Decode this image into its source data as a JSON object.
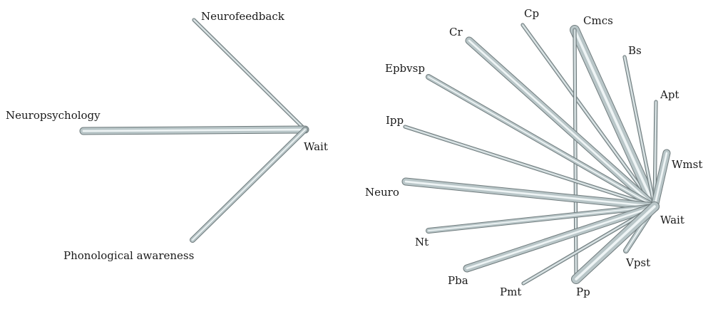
{
  "left_network": {
    "nodes": [
      {
        "id": "neurofeedback",
        "label": "Neurofeedback"
      },
      {
        "id": "neuropsychology",
        "label": "Neuropsychology"
      },
      {
        "id": "phonological",
        "label": "Phonological awareness"
      },
      {
        "id": "wait",
        "label": "Wait"
      }
    ],
    "edges": [
      {
        "from": "neurofeedback",
        "to": "wait",
        "weight": 1
      },
      {
        "from": "neuropsychology",
        "to": "wait",
        "weight": 3
      },
      {
        "from": "phonological",
        "to": "wait",
        "weight": 2
      }
    ]
  },
  "right_network": {
    "nodes": [
      {
        "id": "cp",
        "label": "Cp"
      },
      {
        "id": "cmcs",
        "label": "Cmcs"
      },
      {
        "id": "cr",
        "label": "Cr"
      },
      {
        "id": "bs",
        "label": "Bs"
      },
      {
        "id": "epbvsp",
        "label": "Epbvsp"
      },
      {
        "id": "apt",
        "label": "Apt"
      },
      {
        "id": "ipp",
        "label": "Ipp"
      },
      {
        "id": "wmst",
        "label": "Wmst"
      },
      {
        "id": "neuro",
        "label": "Neuro"
      },
      {
        "id": "wait",
        "label": "Wait"
      },
      {
        "id": "nt",
        "label": "Nt"
      },
      {
        "id": "vpst",
        "label": "Vpst"
      },
      {
        "id": "pba",
        "label": "Pba"
      },
      {
        "id": "pmt",
        "label": "Pmt"
      },
      {
        "id": "pp",
        "label": "Pp"
      }
    ],
    "edges": [
      {
        "from": "cp",
        "to": "wait",
        "weight": 1
      },
      {
        "from": "cmcs",
        "to": "wait",
        "weight": 4
      },
      {
        "from": "cmcs",
        "to": "pp",
        "weight": 1
      },
      {
        "from": "cr",
        "to": "wait",
        "weight": 3
      },
      {
        "from": "bs",
        "to": "wait",
        "weight": 1
      },
      {
        "from": "epbvsp",
        "to": "wait",
        "weight": 2
      },
      {
        "from": "apt",
        "to": "wait",
        "weight": 1
      },
      {
        "from": "ipp",
        "to": "wait",
        "weight": 1
      },
      {
        "from": "wmst",
        "to": "wait",
        "weight": 3
      },
      {
        "from": "neuro",
        "to": "wait",
        "weight": 3
      },
      {
        "from": "nt",
        "to": "wait",
        "weight": 2
      },
      {
        "from": "vpst",
        "to": "wait",
        "weight": 2
      },
      {
        "from": "pba",
        "to": "wait",
        "weight": 3
      },
      {
        "from": "pmt",
        "to": "wait",
        "weight": 1
      },
      {
        "from": "pp",
        "to": "wait",
        "weight": 4
      }
    ]
  },
  "colors": {
    "edge_shadow": "#6f7b7d",
    "edge_fill": "#b9c6c8",
    "edge_highlight": "#eef4f5",
    "label": "#1a1a1a"
  }
}
